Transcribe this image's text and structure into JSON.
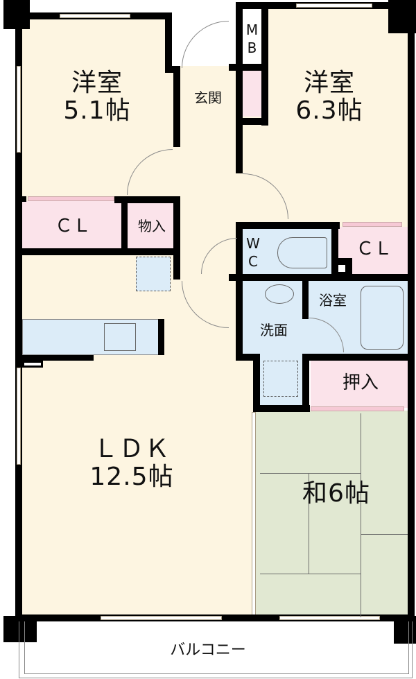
{
  "floorplan": {
    "rooms": {
      "western_room_a": {
        "name": "洋室",
        "size": "5.1帖"
      },
      "western_room_b": {
        "name": "洋室",
        "size": "6.3帖"
      },
      "entrance": {
        "name": "玄関"
      },
      "meter_box": {
        "name": "MB",
        "line1": "M",
        "line2": "B"
      },
      "closet_a": {
        "name": "ＣＬ"
      },
      "storage": {
        "name": "物入"
      },
      "closet_b": {
        "name": "ＣＬ"
      },
      "toilet": {
        "name": "WC",
        "line1": "W",
        "line2": "C"
      },
      "bathroom": {
        "name": "浴室"
      },
      "washroom": {
        "name": "洗面"
      },
      "oshiire": {
        "name": "押入"
      },
      "ldk": {
        "name": "ＬＤＫ",
        "size": "12.5帖"
      },
      "japanese_room": {
        "name": "和6帖"
      },
      "balcony": {
        "name": "バルコニー"
      }
    },
    "colors": {
      "floor": "#fdf5e1",
      "closet": "#fbe3ea",
      "wet_area": "#dcecf8",
      "tatami": "#e1e8d2",
      "wall": "#000000"
    }
  }
}
